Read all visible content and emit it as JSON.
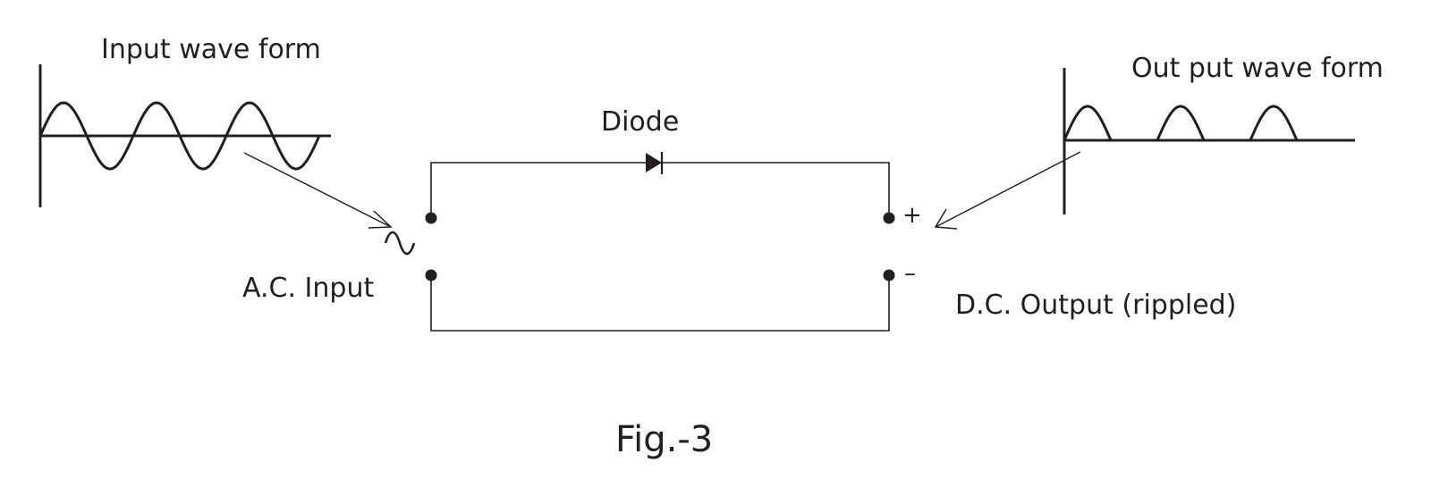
{
  "labels": {
    "input_wave": "Input wave form",
    "output_wave": "Out put wave form",
    "diode": "Diode",
    "ac_input": "A.C. Input",
    "dc_output": "D.C. Output (rippled)",
    "plus_sign": "+",
    "minus_sign": "–",
    "ac_symbol": "~",
    "figure_caption": "Fig.-3"
  },
  "colors": {
    "ink": "#231f20",
    "background": "#ffffff"
  },
  "icons": {
    "diode": "diode-symbol-icon",
    "ac_source": "tilde-ac-icon"
  }
}
